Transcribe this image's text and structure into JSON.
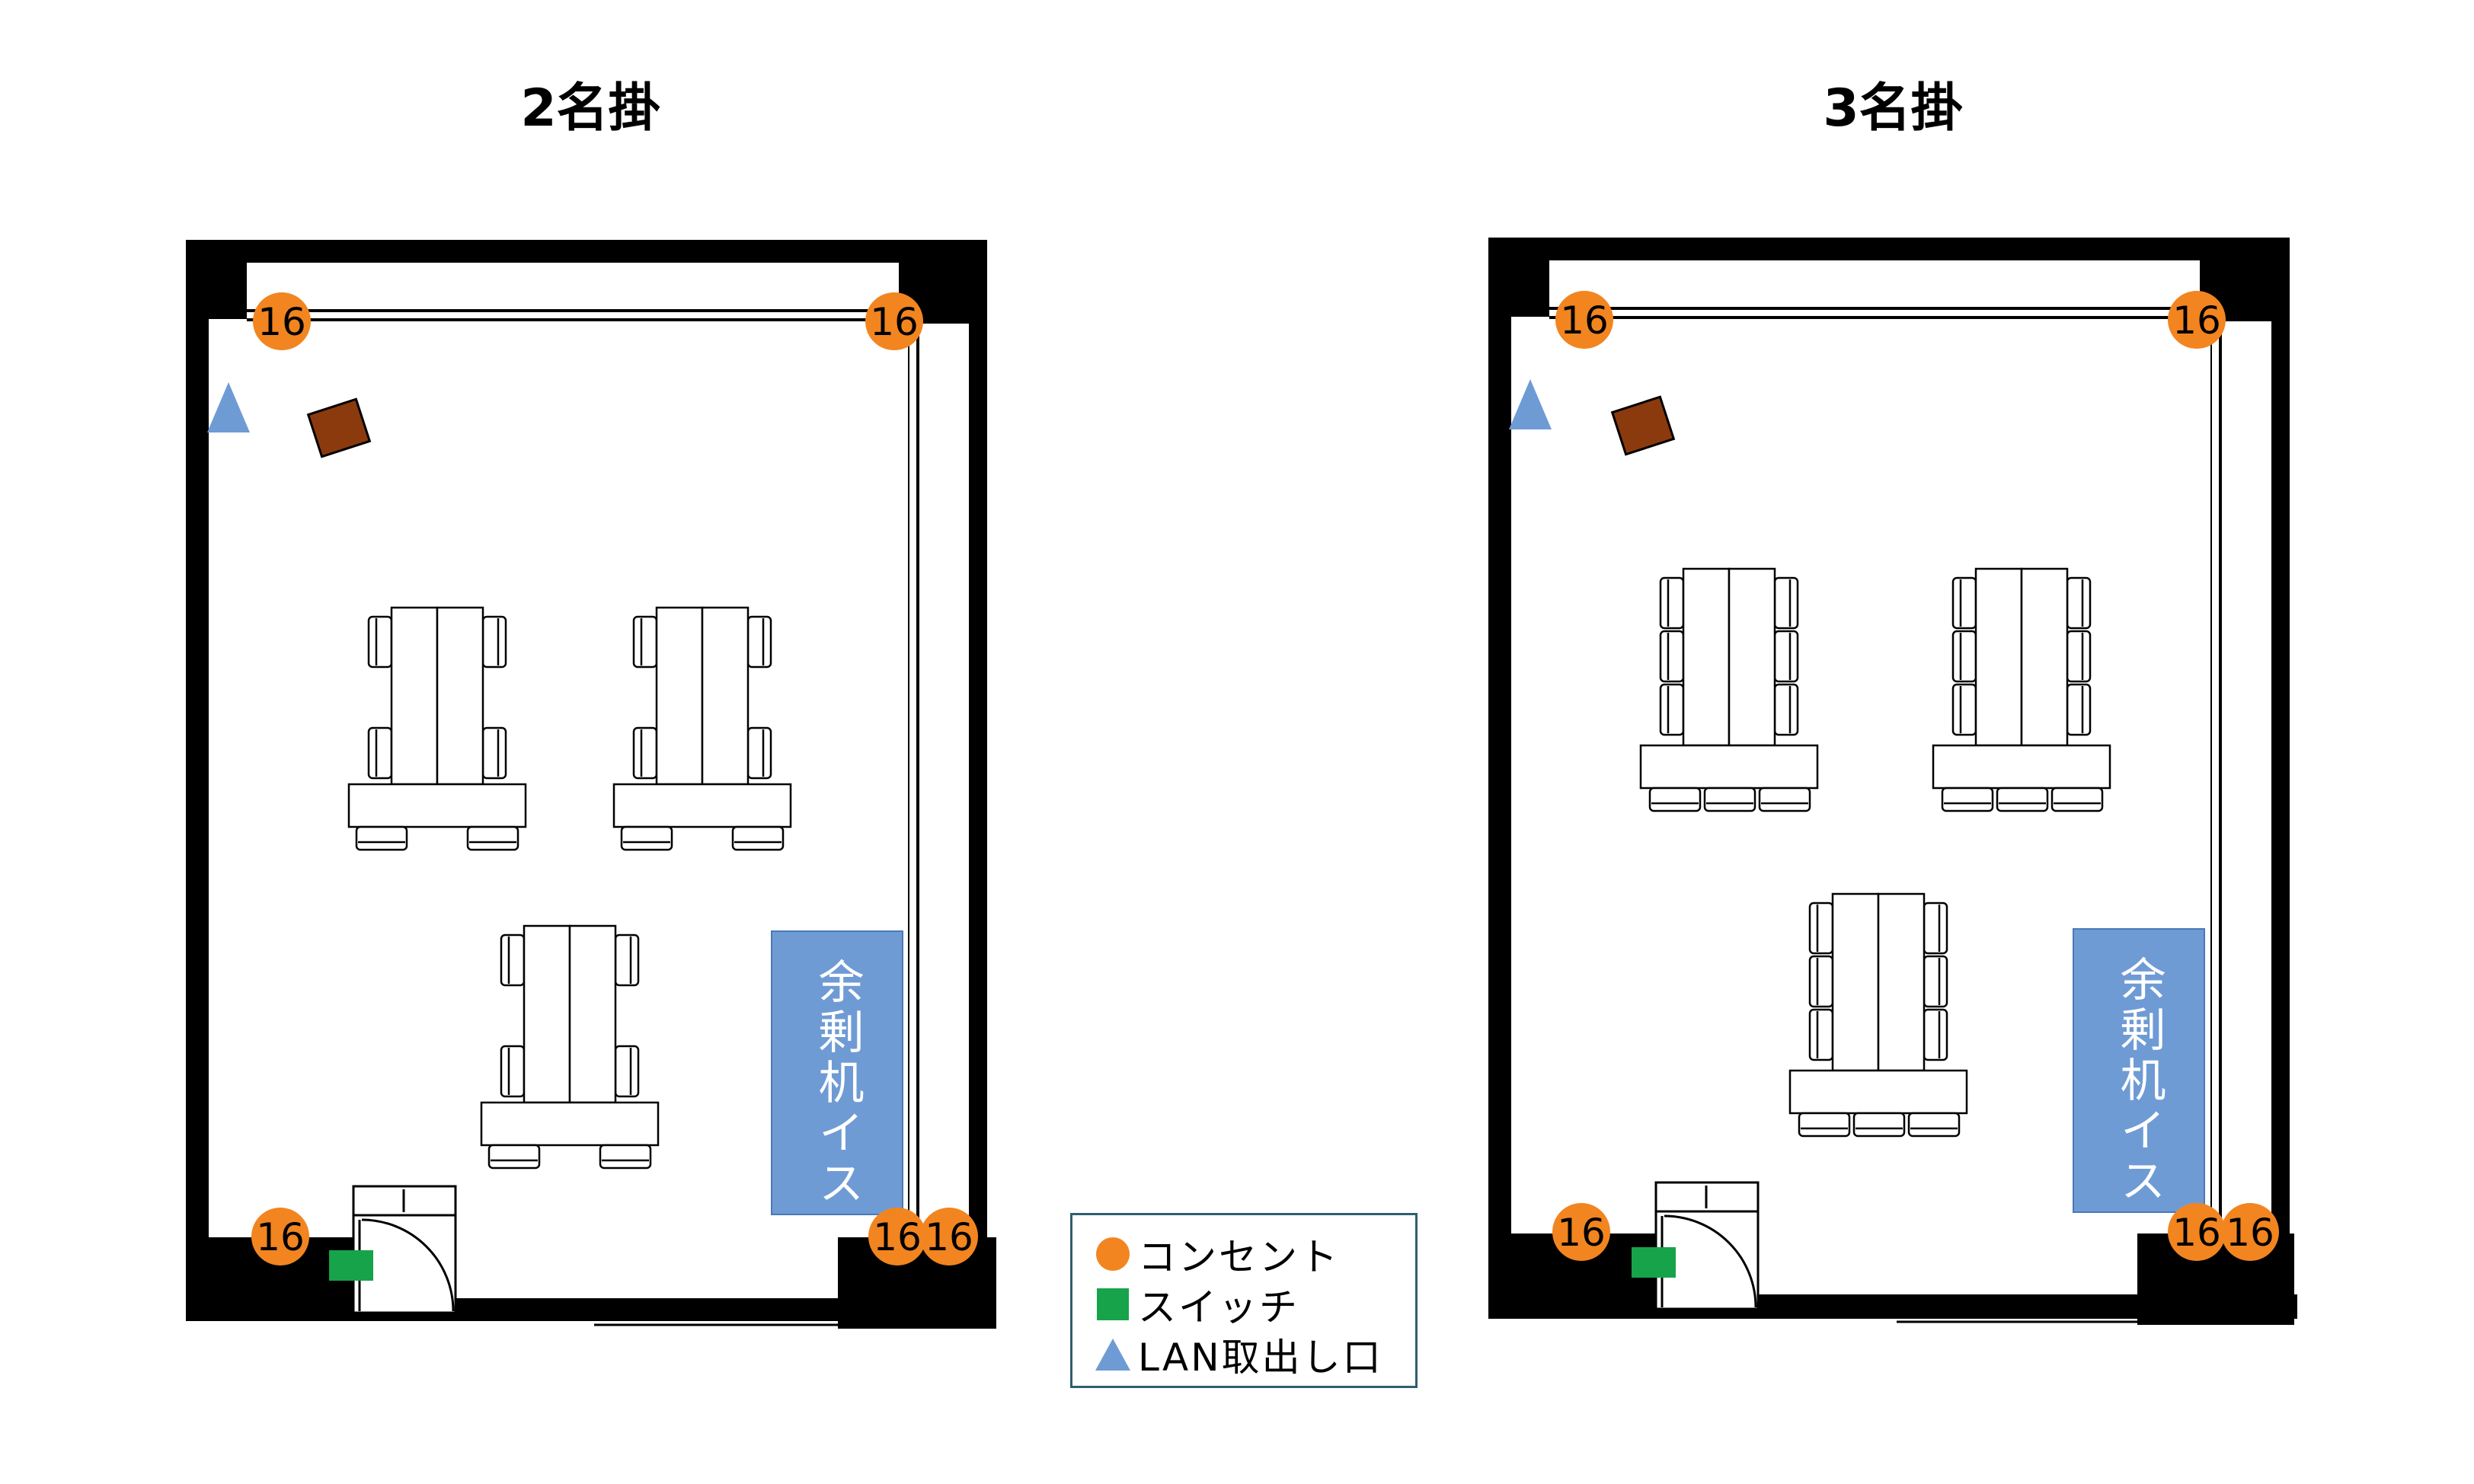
{
  "rooms": [
    {
      "title": "2名掛",
      "outlets": [
        "16",
        "16",
        "16",
        "16",
        "16"
      ],
      "spare_label": "余剰机イス",
      "seating": "2名掛"
    },
    {
      "title": "3名掛",
      "outlets": [
        "16",
        "16",
        "16",
        "16",
        "16"
      ],
      "spare_label": "余剰机イス",
      "seating": "3名掛"
    }
  ],
  "legend": {
    "items": [
      {
        "icon": "orange-circle-icon",
        "color": "#f28520",
        "label": "コンセント"
      },
      {
        "icon": "green-square-icon",
        "color": "#17a34a",
        "label": "スイッチ"
      },
      {
        "icon": "blue-triangle-icon",
        "color": "#6f9bd5",
        "label": "LAN取出し口"
      }
    ]
  },
  "colors": {
    "outlet": "#f28520",
    "switch": "#17a34a",
    "lan": "#6f9bd5",
    "podium": "#8b3a0e",
    "spare_area": "#6f9bd5",
    "wall": "#000000"
  }
}
